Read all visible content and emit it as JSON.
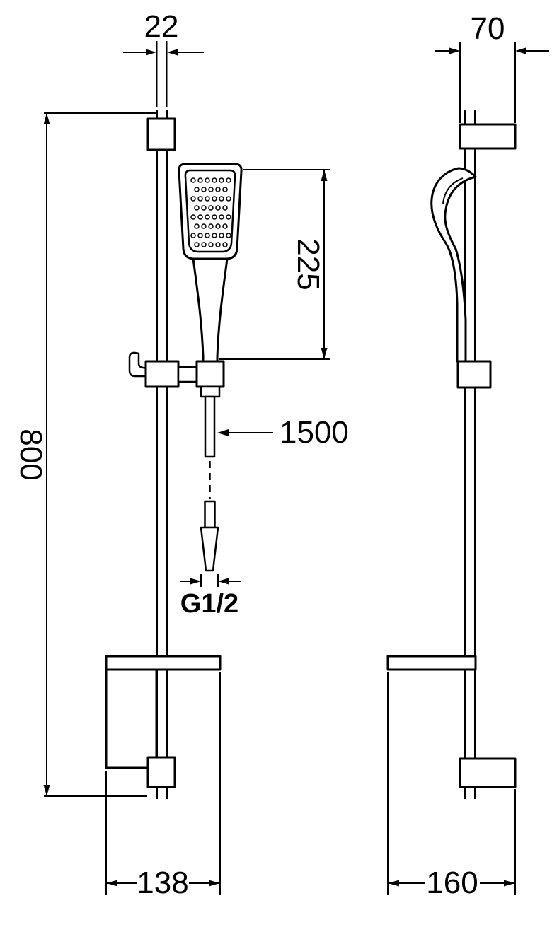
{
  "dimensions": {
    "rail_width": "22",
    "bracket_depth": "70",
    "hand_shower_length": "225",
    "rail_length": "800",
    "hose_length": "1500",
    "thread_size": "G1/2",
    "shelf_width": "138",
    "shelf_depth": "160"
  }
}
